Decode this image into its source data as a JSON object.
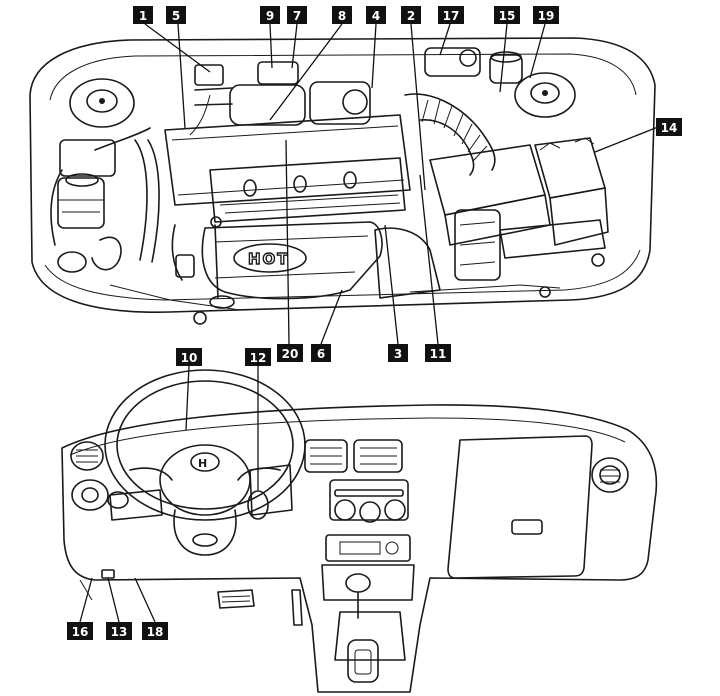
{
  "hot_label": "HOT",
  "callouts": [
    {
      "id": "1",
      "label": "1"
    },
    {
      "id": "5",
      "label": "5"
    },
    {
      "id": "9",
      "label": "9"
    },
    {
      "id": "7",
      "label": "7"
    },
    {
      "id": "8",
      "label": "8"
    },
    {
      "id": "4",
      "label": "4"
    },
    {
      "id": "2",
      "label": "2"
    },
    {
      "id": "17",
      "label": "17"
    },
    {
      "id": "15",
      "label": "15"
    },
    {
      "id": "19",
      "label": "19"
    },
    {
      "id": "14",
      "label": "14"
    },
    {
      "id": "20",
      "label": "20"
    },
    {
      "id": "6",
      "label": "6"
    },
    {
      "id": "3",
      "label": "3"
    },
    {
      "id": "11",
      "label": "11"
    },
    {
      "id": "10",
      "label": "10"
    },
    {
      "id": "12",
      "label": "12"
    },
    {
      "id": "16",
      "label": "16"
    },
    {
      "id": "13",
      "label": "13"
    },
    {
      "id": "18",
      "label": "18"
    }
  ]
}
